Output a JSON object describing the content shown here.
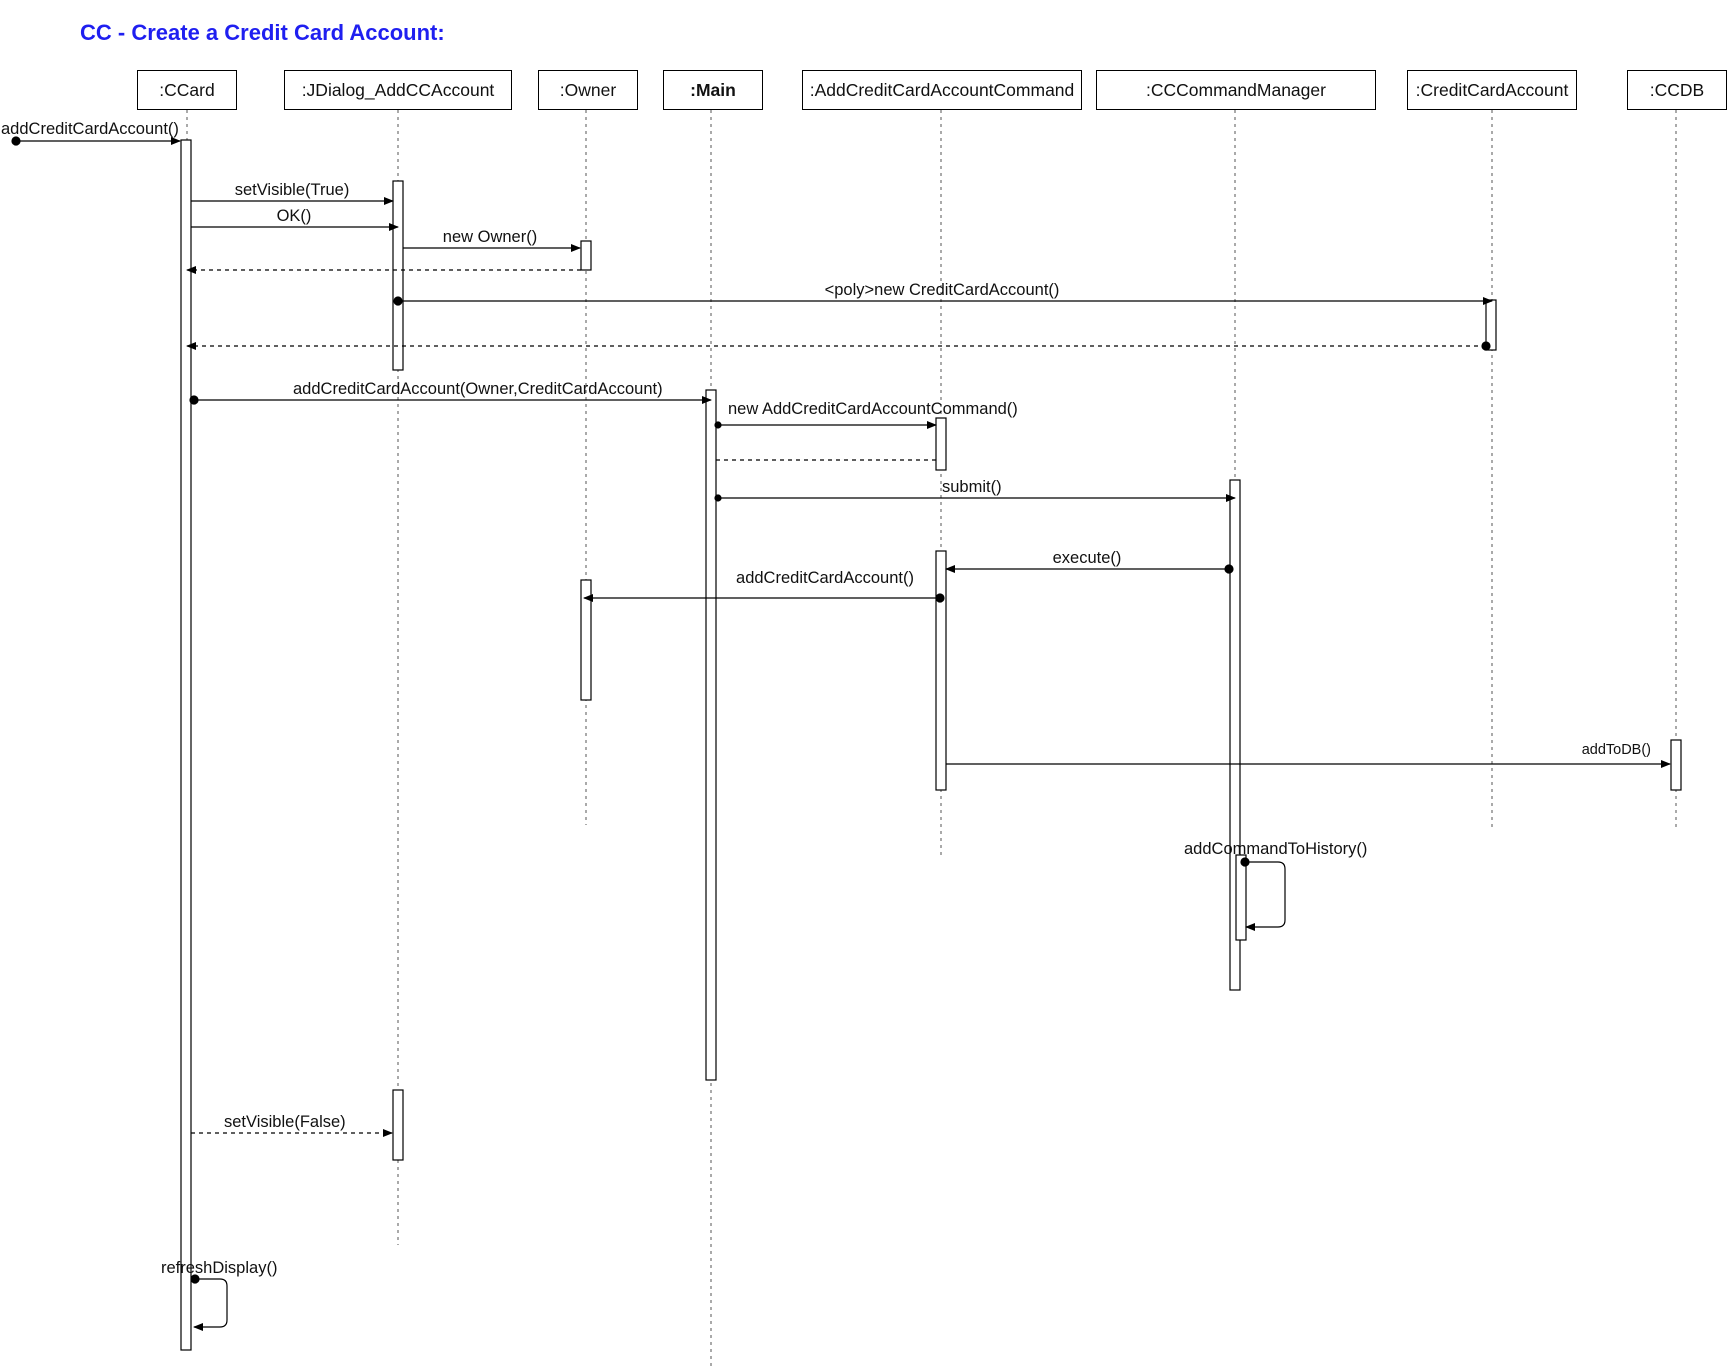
{
  "title": "CC - Create a Credit Card Account:",
  "lifelines": [
    {
      "id": "ccard",
      "label": ":CCard"
    },
    {
      "id": "jdialog",
      "label": ":JDialog_AddCCAccount"
    },
    {
      "id": "owner",
      "label": ":Owner"
    },
    {
      "id": "main",
      "label": ":Main",
      "bold": true
    },
    {
      "id": "addcmd",
      "label": ":AddCreditCardAccountCommand"
    },
    {
      "id": "cmdmgr",
      "label": ":CCCommandManager"
    },
    {
      "id": "cca",
      "label": ":CreditCardAccount"
    },
    {
      "id": "ccdb",
      "label": ":CCDB"
    }
  ],
  "messages": [
    {
      "id": "m0",
      "label": "addCreditCardAccount()",
      "from": null,
      "to": "ccard",
      "kind": "found"
    },
    {
      "id": "m1",
      "label": "setVisible(True)",
      "from": "ccard",
      "to": "jdialog",
      "kind": "sync"
    },
    {
      "id": "m2",
      "label": "OK()",
      "from": "ccard",
      "to": "jdialog",
      "kind": "sync"
    },
    {
      "id": "m3",
      "label": "new Owner()",
      "from": "jdialog",
      "to": "owner",
      "kind": "sync"
    },
    {
      "id": "m4",
      "label": "",
      "from": "owner",
      "to": "ccard",
      "kind": "return"
    },
    {
      "id": "m5",
      "label": "<poly>new CreditCardAccount()",
      "from": "jdialog",
      "to": "cca",
      "kind": "sync"
    },
    {
      "id": "m6",
      "label": "",
      "from": "cca",
      "to": "ccard",
      "kind": "return"
    },
    {
      "id": "m7",
      "label": "addCreditCardAccount(Owner,CreditCardAccount)",
      "from": "ccard",
      "to": "main",
      "kind": "sync"
    },
    {
      "id": "m8",
      "label": "new AddCreditCardAccountCommand()",
      "from": "main",
      "to": "addcmd",
      "kind": "sync"
    },
    {
      "id": "m9",
      "label": "",
      "from": "addcmd",
      "to": "main",
      "kind": "return"
    },
    {
      "id": "m10",
      "label": "submit()",
      "from": "main",
      "to": "cmdmgr",
      "kind": "sync"
    },
    {
      "id": "m11",
      "label": "execute()",
      "from": "cmdmgr",
      "to": "addcmd",
      "kind": "sync"
    },
    {
      "id": "m12",
      "label": "addCreditCardAccount()",
      "from": "addcmd",
      "to": "owner",
      "kind": "sync"
    },
    {
      "id": "m13",
      "label": "addToDB()",
      "from": "addcmd",
      "to": "ccdb",
      "kind": "sync"
    },
    {
      "id": "m14",
      "label": "addCommandToHistory()",
      "from": "cmdmgr",
      "to": "cmdmgr",
      "kind": "self"
    },
    {
      "id": "m15",
      "label": "setVisible(False)",
      "from": "ccard",
      "to": "jdialog",
      "kind": "async"
    },
    {
      "id": "m16",
      "label": "refreshDisplay()",
      "from": "ccard",
      "to": "ccard",
      "kind": "self"
    }
  ]
}
